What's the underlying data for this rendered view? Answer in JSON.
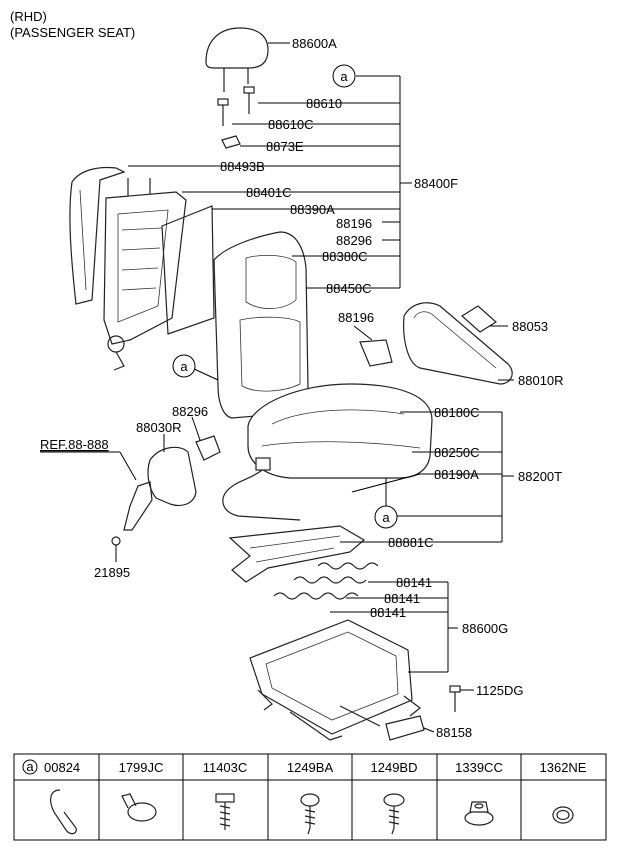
{
  "header": {
    "line1": "(RHD)",
    "line2": "(PASSENGER SEAT)"
  },
  "ref_label": "REF.88-888",
  "callout_letter": "a",
  "parts": {
    "p88600A": "88600A",
    "p88610": "88610",
    "p88610C": "88610C",
    "p8873E": "8873E",
    "p88493B": "88493B",
    "p88401C": "88401C",
    "p88390A": "88390A",
    "p88196a": "88196",
    "p88296a": "88296",
    "p88380C": "88380C",
    "p88450C": "88450C",
    "p88400F": "88400F",
    "p88196b": "88196",
    "p88053": "88053",
    "p88010R": "88010R",
    "p88296b": "88296",
    "p88030R": "88030R",
    "p88180C": "88180C",
    "p88250C": "88250C",
    "p88190A": "88190A",
    "p88200T": "88200T",
    "p21895": "21895",
    "p88881C": "88881C",
    "p88141a": "88141",
    "p88141b": "88141",
    "p88141c": "88141",
    "p88600G": "88600G",
    "p1125DG": "1125DG",
    "p88158": "88158"
  },
  "table": {
    "headers": [
      "00824",
      "1799JC",
      "11403C",
      "1249BA",
      "1249BD",
      "1339CC",
      "1362NE"
    ],
    "icons": [
      "wire-clip-icon",
      "hose-clamp-icon",
      "flange-bolt-icon",
      "tapping-screw-icon",
      "pan-screw-icon",
      "flange-nut-icon",
      "washer-ring-icon"
    ]
  }
}
